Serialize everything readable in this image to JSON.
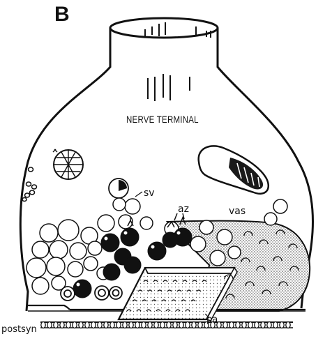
{
  "figure": {
    "panel_letter": "B",
    "title": "NERVE TERMINAL",
    "labels": {
      "synaptic_vesicle": "sv",
      "active_zone": "az",
      "vesicle_aggregate": "vas",
      "presynaptic_aggregate": "pa",
      "postsynaptic": "postsyn"
    }
  },
  "colors": {
    "ink": "#111111",
    "background": "#ffffff",
    "dense_fill": "#1a1a1a",
    "stipple": "#7a7a7a"
  }
}
